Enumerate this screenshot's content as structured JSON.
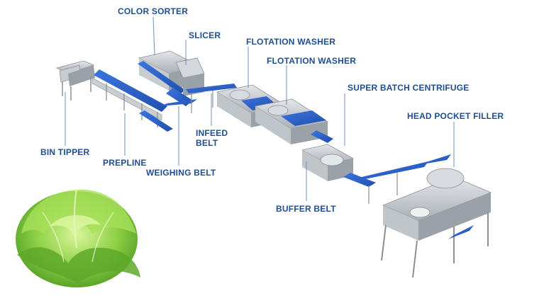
{
  "labels": {
    "color_sorter": "COLOR SORTER",
    "slicer": "SLICER",
    "flotation_washer_1": "FLOTATION WASHER",
    "flotation_washer_2": "FLOTATION WASHER",
    "super_batch_centrifuge": "SUPER BATCH CENTRIFUGE",
    "head_pocket_filler": "HEAD POCKET FILLER",
    "infeed_belt_line1": "INFEED",
    "infeed_belt_line2": "BELT",
    "bin_tipper": "BIN TIPPER",
    "prepline": "PREPLINE",
    "weighing_belt": "WEIGHING BELT",
    "buffer_belt": "BUFFER BELT"
  },
  "colors": {
    "label_text": "#1f4e91",
    "leader_line": "#6f8fbf",
    "belt_blue": "#2f62c9",
    "steel": "#b9bec4",
    "lettuce": "#6fc23a"
  }
}
